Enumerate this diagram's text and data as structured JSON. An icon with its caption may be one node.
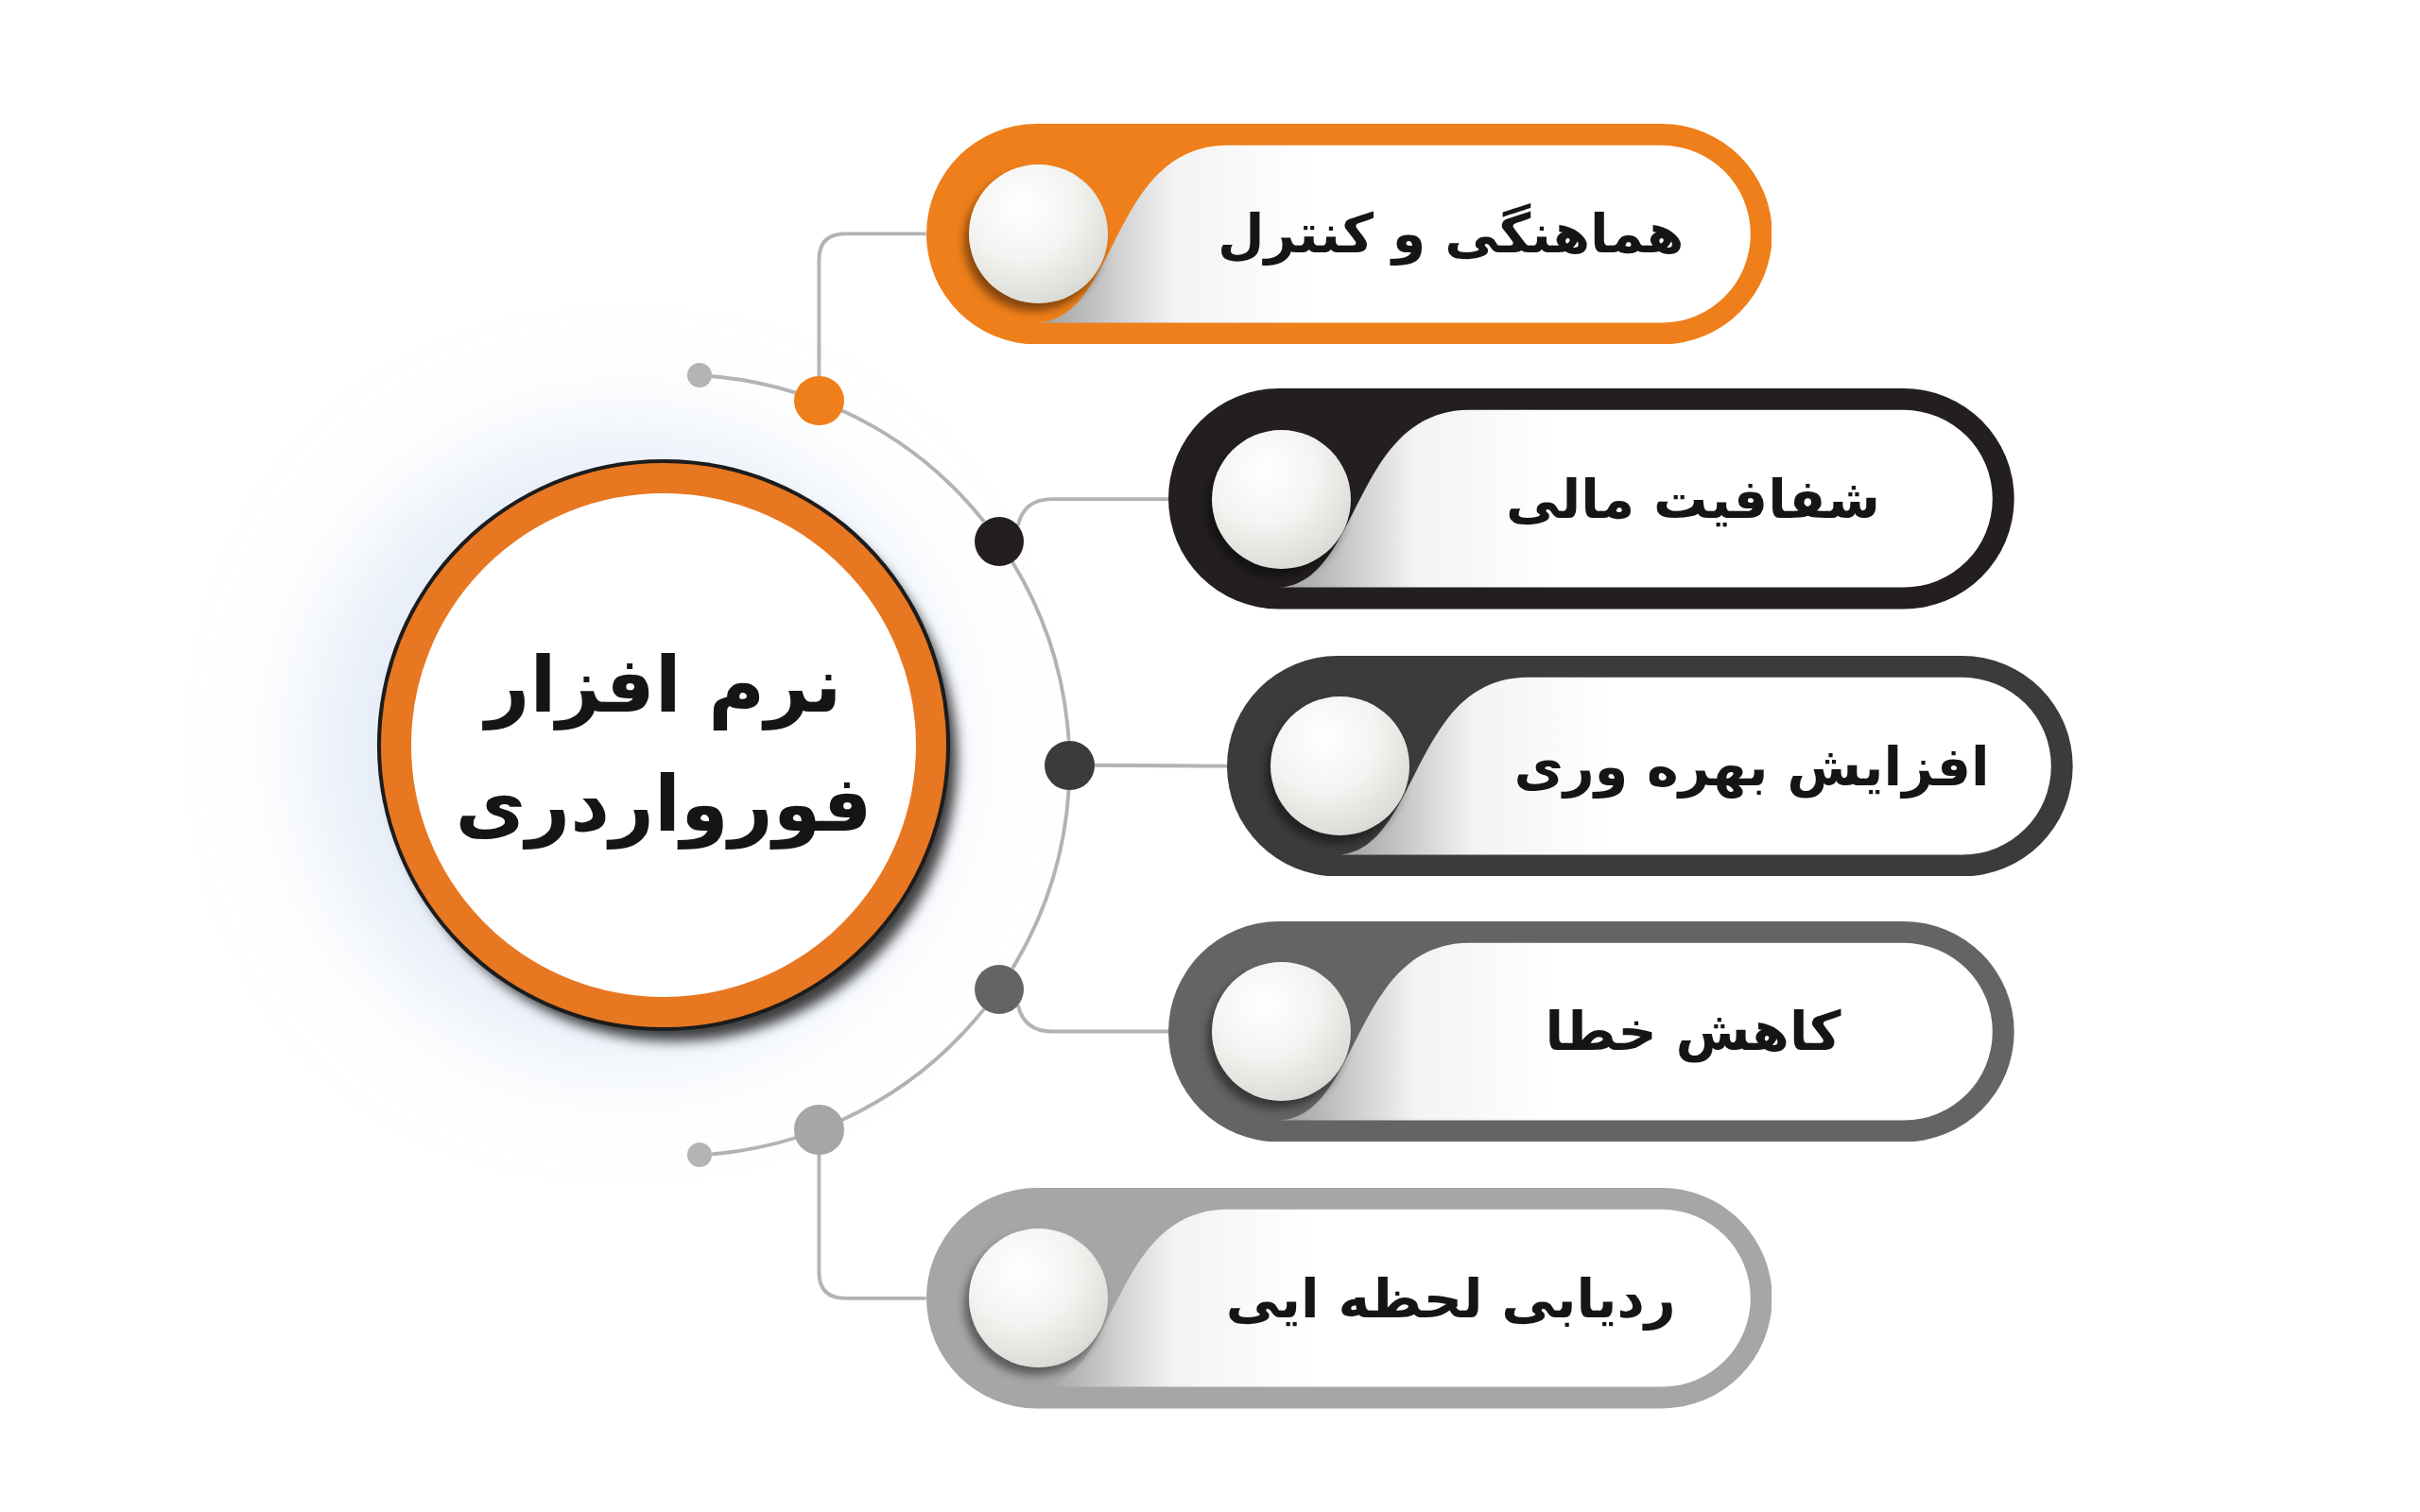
{
  "diagram": {
    "nodes": [
      {
        "text": [
          "نرم افزار فورواردری"
        ]
      },
      {
        "text": [
          "هماهنگی و کنترل"
        ]
      },
      {
        "text": [
          "شفافیت مالی"
        ]
      },
      {
        "text": [
          "افزایش بهره وری"
        ]
      },
      {
        "text": [
          "کاهش خطا"
        ]
      },
      {
        "text": [
          "ردیابی لحظه ایی"
        ]
      },
      {
        "text": [],
        "shape": "circle"
      },
      {
        "text": [],
        "shape": "circle"
      },
      {
        "text": [],
        "shape": "circle"
      },
      {
        "text": [],
        "shape": "circle"
      },
      {
        "text": [],
        "shape": "circle"
      },
      {
        "text": [],
        "shape": "circle"
      },
      {
        "text": [],
        "shape": "circle"
      }
    ],
    "edges": [
      {
        "from": 7,
        "to": 1,
        "arrow": "none"
      },
      {
        "from": 8,
        "to": 2,
        "arrow": "none"
      },
      {
        "from": 9,
        "to": 3,
        "arrow": "none"
      },
      {
        "from": 10,
        "to": 4,
        "arrow": "none"
      },
      {
        "from": 11,
        "to": 5,
        "arrow": "none"
      },
      {
        "from": 6,
        "to": 7,
        "arrow": "none"
      },
      {
        "from": 7,
        "to": 8,
        "arrow": "none"
      },
      {
        "from": 8,
        "to": 9,
        "arrow": "none"
      },
      {
        "from": 9,
        "to": 10,
        "arrow": "none"
      },
      {
        "from": 10,
        "to": 11,
        "arrow": "none"
      },
      {
        "from": 11,
        "to": 12,
        "arrow": "none"
      }
    ]
  }
}
